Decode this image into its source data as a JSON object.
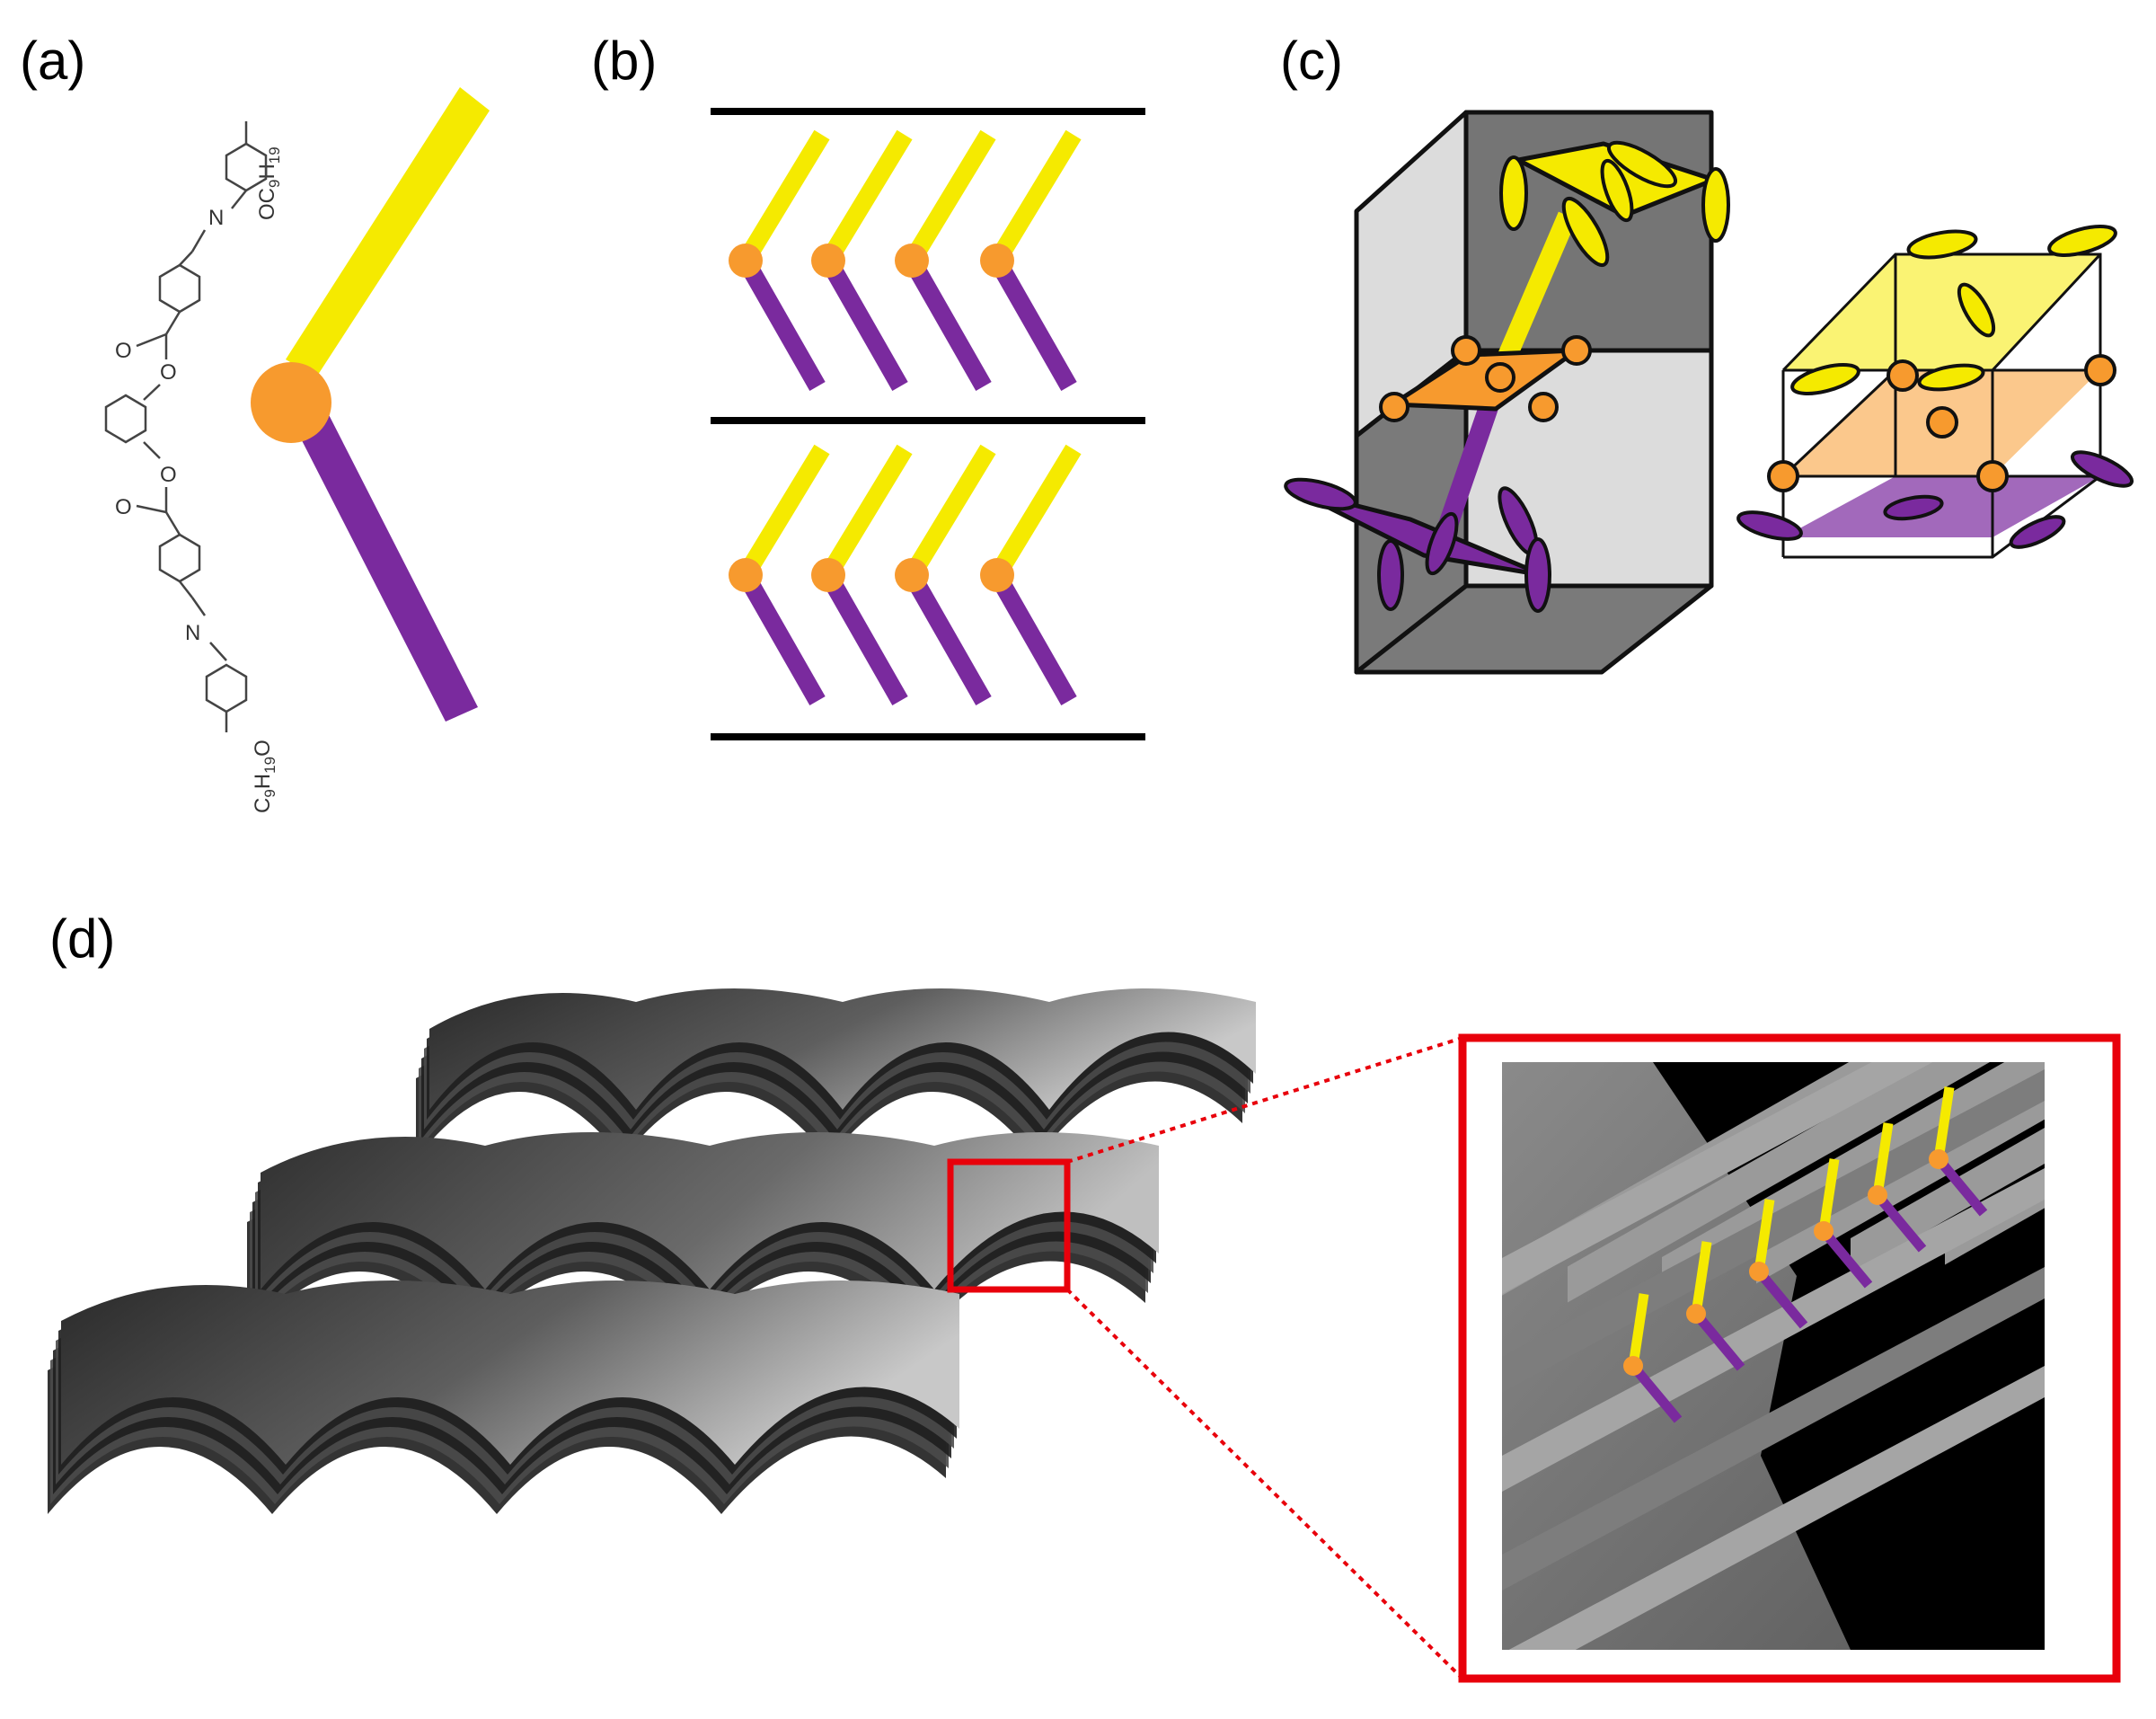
{
  "panels": {
    "a": {
      "label": "(a)",
      "chem_top": {
        "main": "OC",
        "s1": "9",
        "mid": "H",
        "s2": "19"
      },
      "chem_bottom": {
        "main": "C",
        "s1": "9",
        "mid": "H",
        "s2": "19",
        "tail": "O"
      },
      "chem_N": "N",
      "chem_O": "O"
    },
    "b": {
      "label": "(b)"
    },
    "c": {
      "label": "(c)"
    },
    "d": {
      "label": "(d)"
    }
  },
  "colors": {
    "yellow_arm": "#f5ea00",
    "purple_arm": "#7a2a9e",
    "orange_joint": "#f79a2e",
    "highlight_box": "#e8000b",
    "layer_line": "#000000"
  }
}
